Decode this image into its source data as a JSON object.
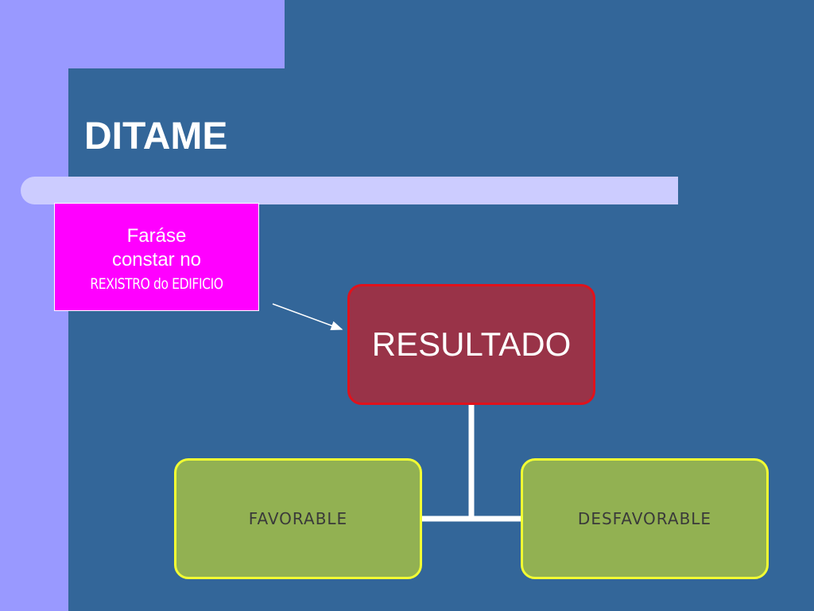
{
  "slide": {
    "title": "DITAME",
    "colors": {
      "background": "#336699",
      "accent_panel": "#9999ff",
      "title_bar": "#ccccff",
      "note_box": "#ff00ff",
      "root_box": "#993348",
      "root_border": "#e0121c",
      "child_box": "#92b152",
      "child_border": "#f2ff33"
    }
  },
  "note": {
    "line1": "Faráse",
    "line2": "constar no",
    "line3": "REXISTRO do EDIFICIO"
  },
  "diagram": {
    "root": "RESULTADO",
    "children": [
      "FAVORABLE",
      "DESFAVORABLE"
    ]
  }
}
